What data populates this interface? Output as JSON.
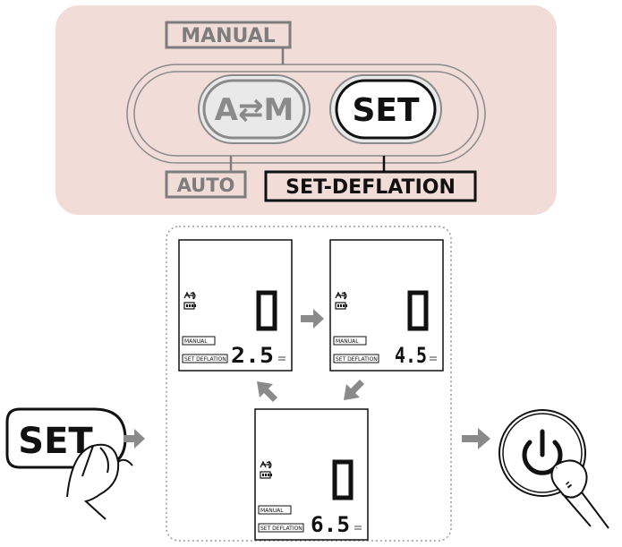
{
  "control_panel": {
    "background_color": "#f1dcd8",
    "mode_button": {
      "label": "A⇄M"
    },
    "set_button": {
      "label": "SET"
    },
    "tags": {
      "manual": "MANUAL",
      "auto": "AUTO",
      "set_deflation": "SET-DEFLATION"
    }
  },
  "press_set": {
    "label": "SET"
  },
  "power_button": {
    "icon": "power-icon"
  },
  "lcd_screens": [
    {
      "id": "screen-2-5",
      "pressure": "0",
      "mode": "MANUAL",
      "set_label": "SET DEFLATION",
      "deflation": "2.5"
    },
    {
      "id": "screen-4-5",
      "pressure": "0",
      "mode": "MANUAL",
      "set_label": "SET DEFLATION",
      "deflation": "4.5"
    },
    {
      "id": "screen-6-5",
      "pressure": "0",
      "mode": "MANUAL",
      "set_label": "SET DEFLATION",
      "deflation": "6.5"
    }
  ],
  "icons": [
    "pulse-icon",
    "battery-icon",
    "arrow-right-icon",
    "arrow-diagonal-icon",
    "finger-icon",
    "power-icon"
  ]
}
